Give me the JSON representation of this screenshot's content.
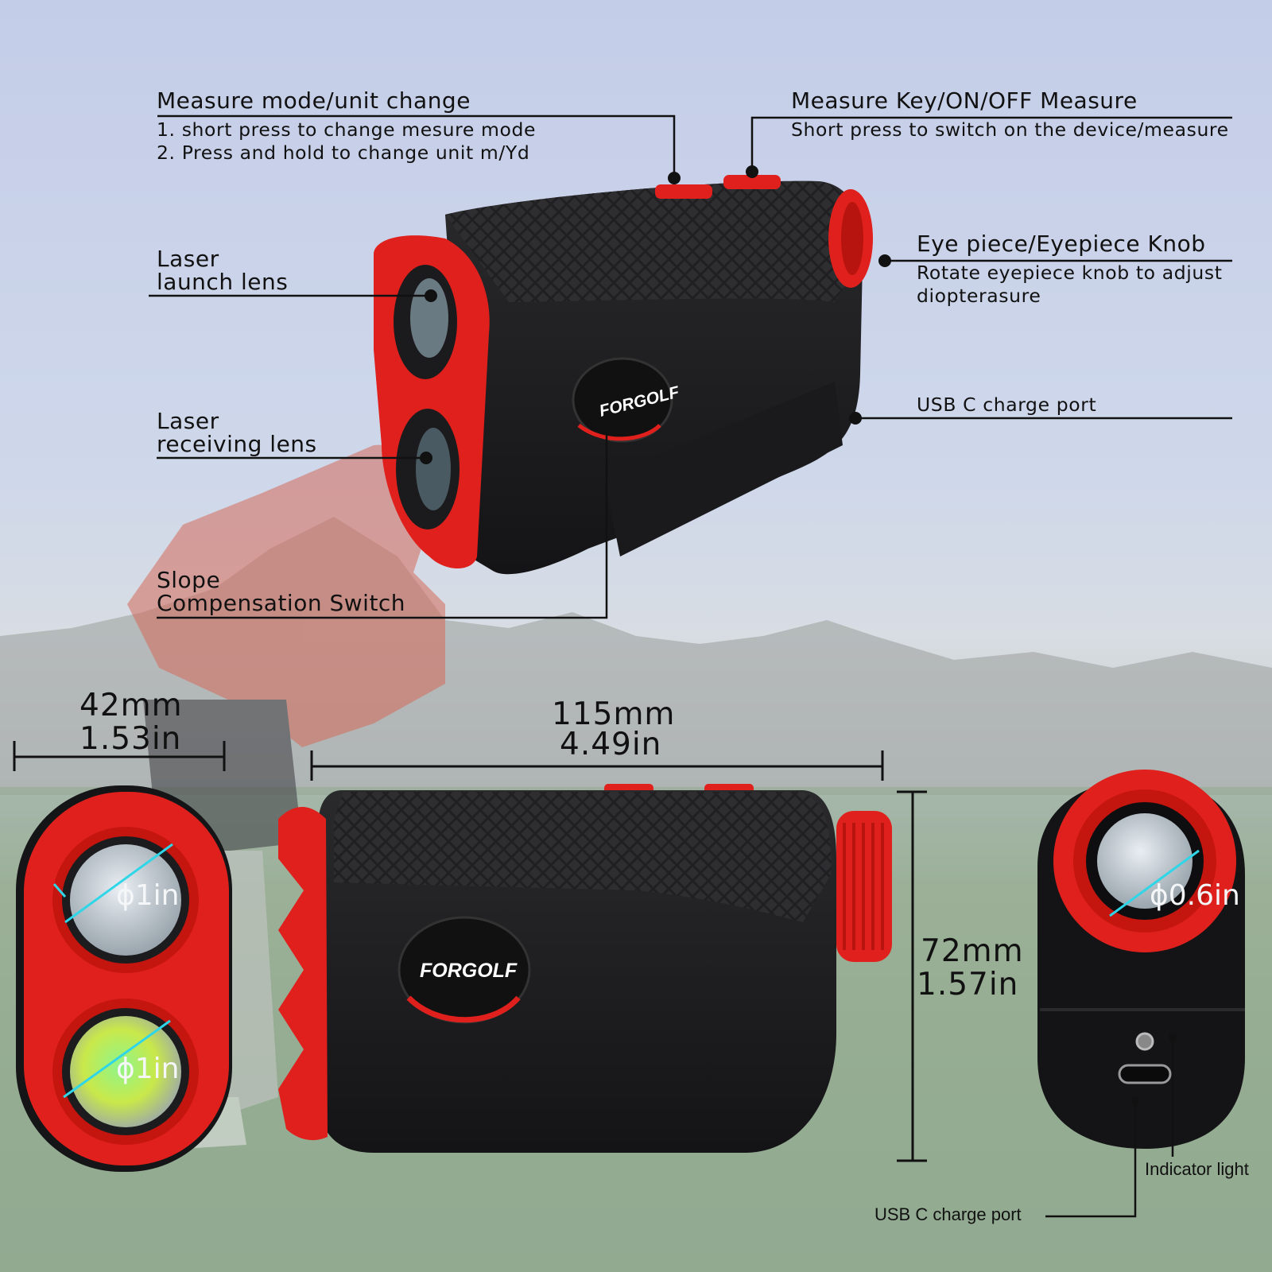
{
  "callouts": {
    "measure_mode": {
      "title": "Measure mode/unit change",
      "line1": "1. short press to change mesure mode",
      "line2": "2. Press and hold to change unit m/Yd"
    },
    "measure_key": {
      "title": "Measure Key/ON/OFF Measure",
      "line1": "Short press to switch on the device/measure"
    },
    "eyepiece": {
      "title": "Eye piece/Eyepiece Knob",
      "line1": "Rotate eyepiece knob to adjust",
      "line2": "diopterasure"
    },
    "usb_top": "USB C charge port",
    "launch_lens": {
      "line1": "Laser",
      "line2": "launch lens"
    },
    "receiving_lens": {
      "line1": "Laser",
      "line2": "receiving lens"
    },
    "slope": {
      "line1": "Slope",
      "line2": "Compensation Switch"
    },
    "indicator_light": "Indicator light",
    "usb_bottom": "USB C charge port"
  },
  "dimensions": {
    "width_front": {
      "mm": "42mm",
      "in": "1.53in"
    },
    "length": {
      "mm": "115mm",
      "in": "4.49in"
    },
    "height": {
      "mm": "72mm",
      "in": "1.57in"
    }
  },
  "lens_sizes": {
    "front_top": "ϕ1in",
    "front_bottom": "ϕ1in",
    "eyepiece": "ϕ0.6in"
  },
  "brand": "FORGOLF",
  "colors": {
    "body": "#1b1b1d",
    "accent_red": "#e0201c",
    "dim_line_cyan": "#2fd6e8",
    "leader_line": "#111111"
  }
}
